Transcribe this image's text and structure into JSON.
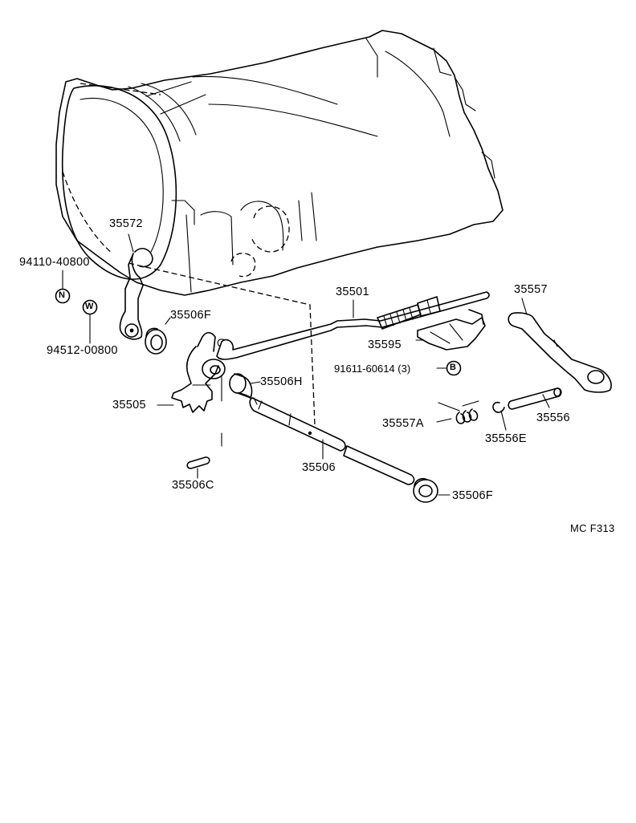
{
  "callouts": {
    "p35572": "35572",
    "p94110_40800": "94110-40800",
    "p94512_00800": "94512-00800",
    "p35506F_a": "35506F",
    "p35505": "35505",
    "p35506H": "35506H",
    "p35506C": "35506C",
    "p35506": "35506",
    "p35501": "35501",
    "p35595": "35595",
    "p91611_60614": "91611-60614 (3)",
    "p35557": "35557",
    "p35557A": "35557A",
    "p35556E": "35556E",
    "p35556": "35556",
    "p35506F_b": "35506F"
  },
  "symbols": {
    "nut": "N",
    "washer": "W",
    "bolt": "B"
  },
  "figure_code": "MC F313",
  "icons": [
    "transmission-case",
    "shift-lever",
    "nut-symbol",
    "washer-symbol",
    "oil-seal",
    "detent-lever",
    "bushing",
    "pin",
    "shaft",
    "control-rod",
    "clamp-bracket",
    "spring",
    "snap-ring",
    "pivot-pin",
    "throttle-lever"
  ]
}
